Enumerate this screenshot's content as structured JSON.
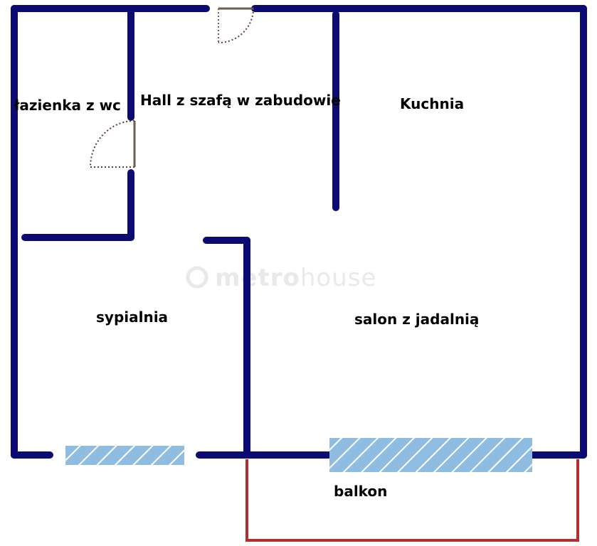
{
  "colors": {
    "wall": "#0b0b73",
    "balcony_outline": "#b03030",
    "window_fill": "#8fbde2",
    "door_line": "#6e5c50",
    "door_arc": "#5a4030",
    "watermark": "#e9e9e9"
  },
  "watermark": {
    "brand_bold": "metro",
    "brand_light": "house"
  },
  "rooms": {
    "bathroom": "łazienka z wc",
    "hall": "Hall z szafą w zabudowie",
    "kitchen": "Kuchnia",
    "bedroom": "sypialnia",
    "living_room": "salon z jadalnią",
    "balcony": "balkon"
  },
  "icons": {
    "door": "door-swing-icon",
    "window": "window-hatch-icon",
    "logo": "metrohouse-logo-icon"
  }
}
